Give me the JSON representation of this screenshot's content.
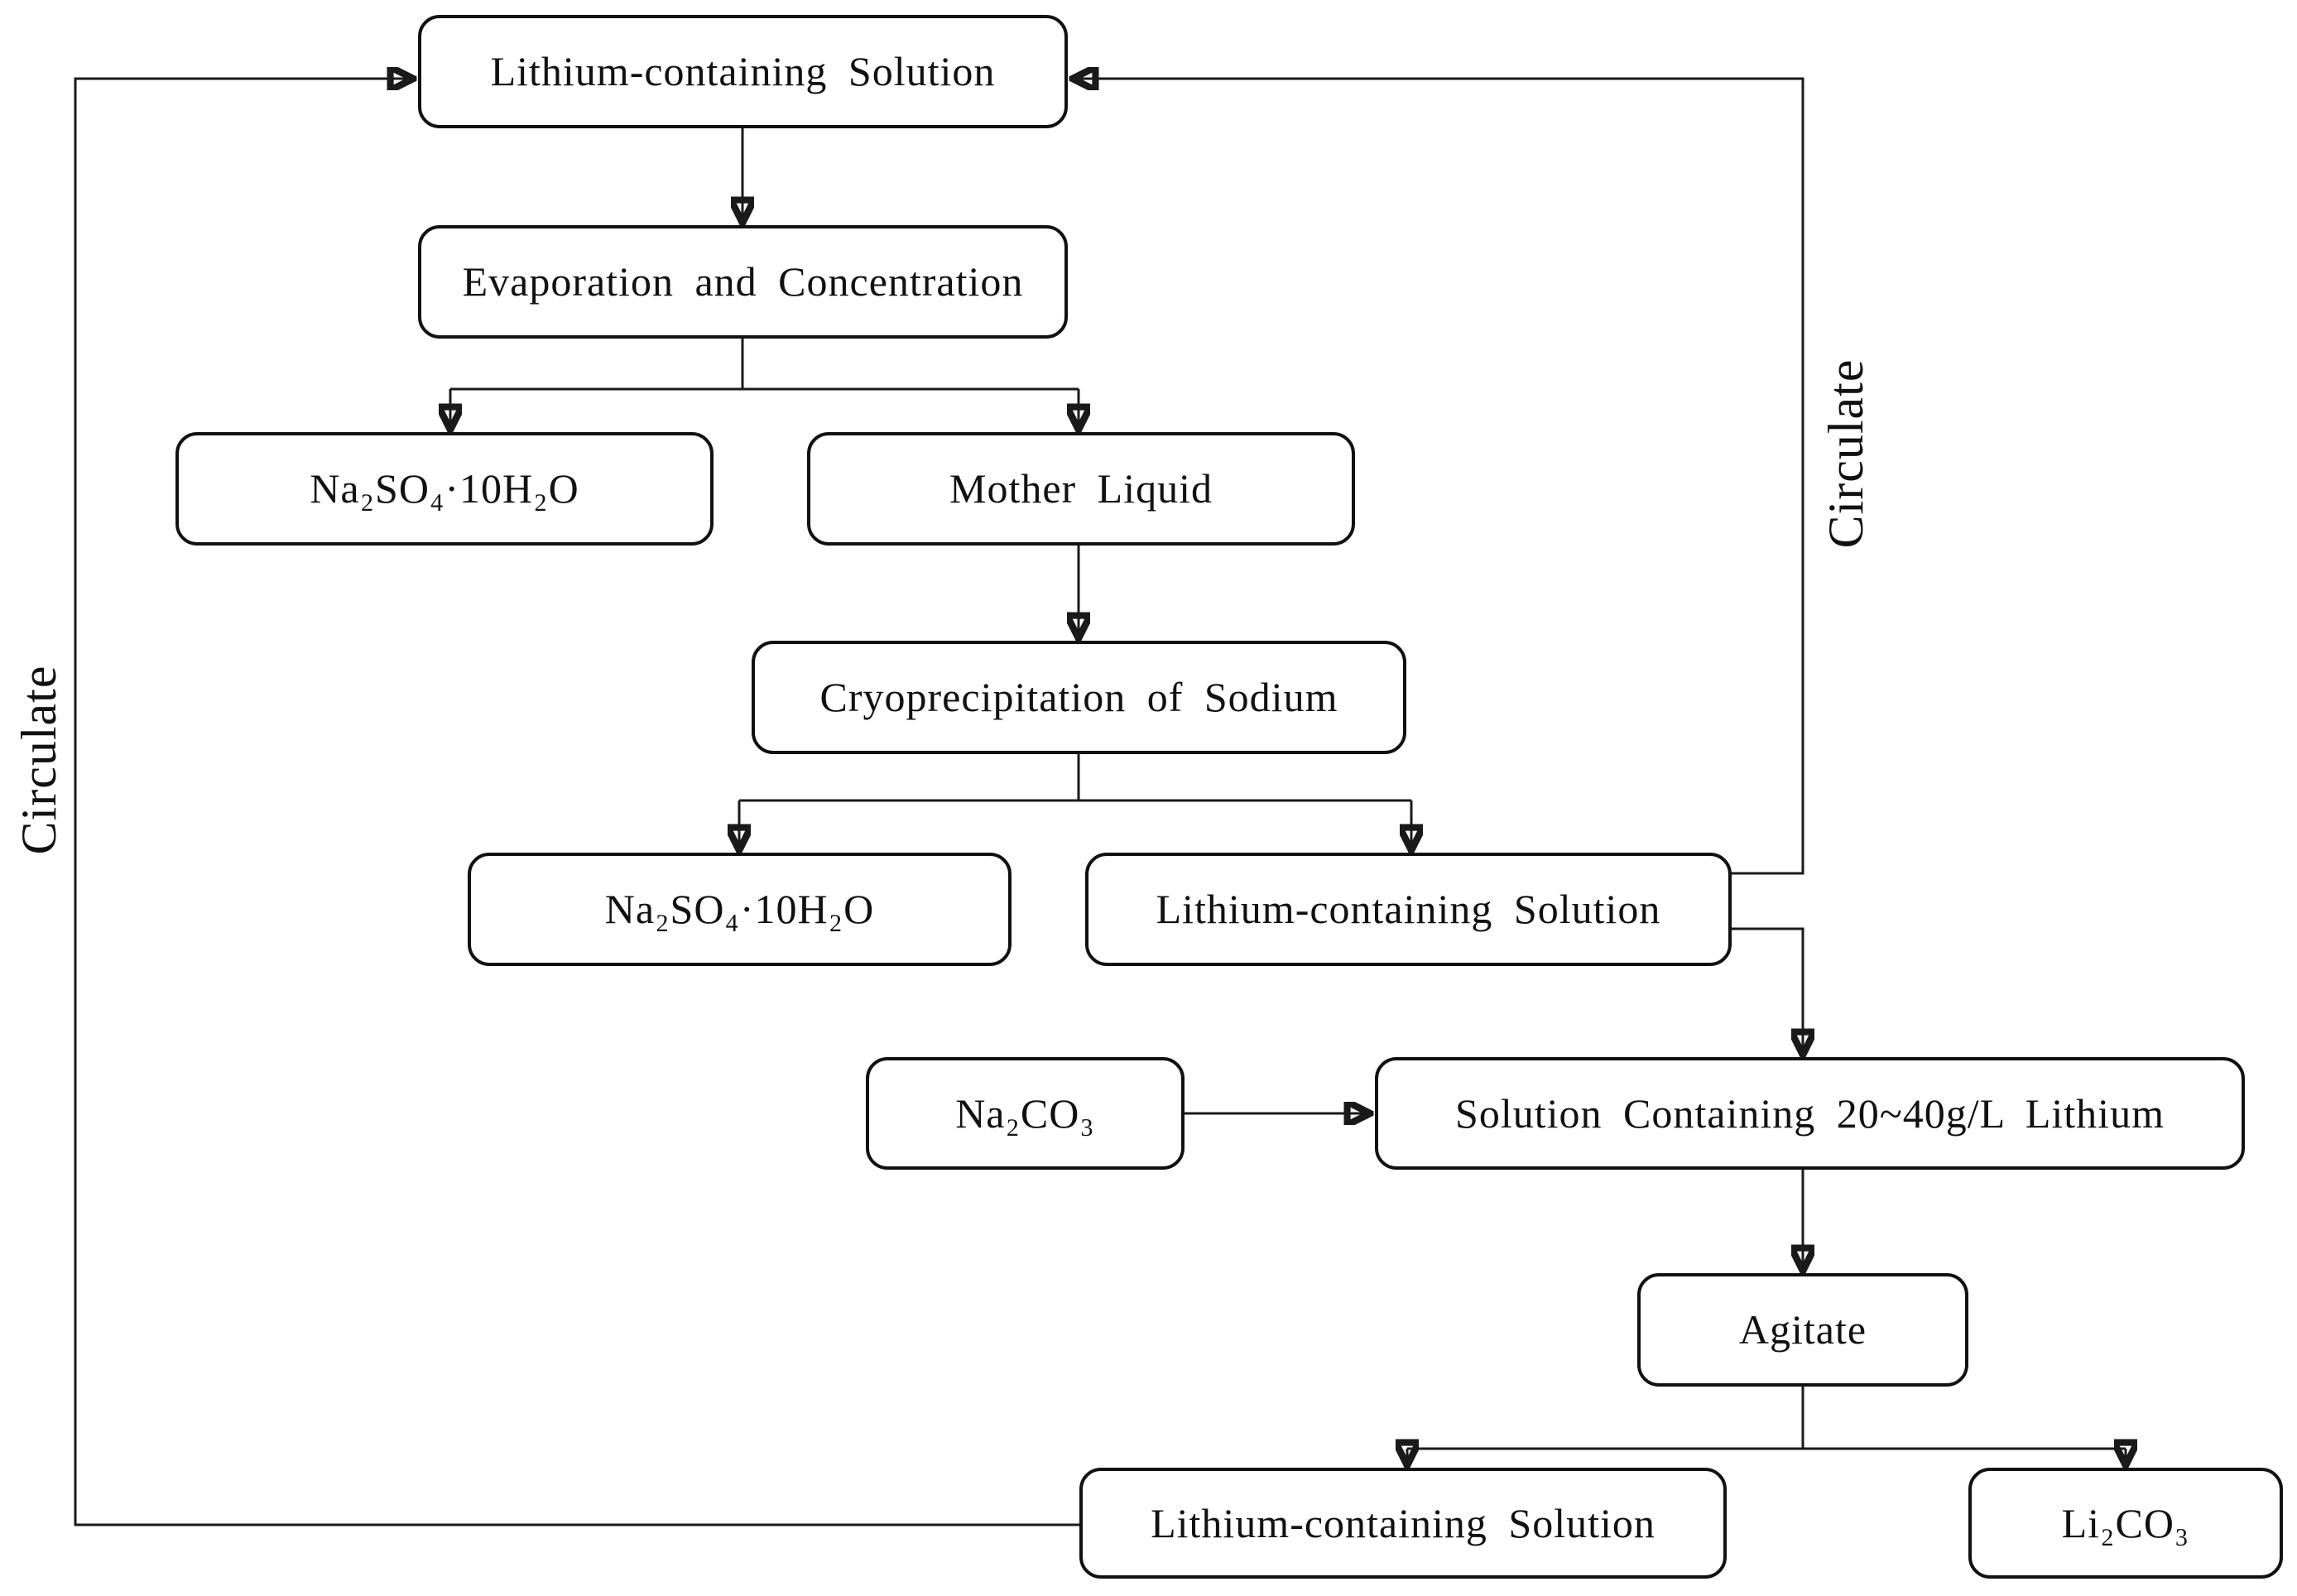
{
  "canvas": {
    "background": "#ffffff",
    "line_color": "#1a1a1a",
    "box_fill": "#ffffff",
    "box_border": "#111111"
  },
  "nodes": {
    "li_solution_top": {
      "label": "Lithium-containing Solution"
    },
    "evaporation": {
      "label": "Evaporation and Concentration"
    },
    "na2so4_top": {
      "label": "Na₂SO₄·10H₂O"
    },
    "mother_liquid": {
      "label": "Mother Liquid"
    },
    "cryoprecipitation": {
      "label": "Cryoprecipitation of Sodium"
    },
    "na2so4_mid": {
      "label": "Na₂SO₄·10H₂O"
    },
    "li_solution_mid": {
      "label": "Lithium-containing Solution"
    },
    "na2co3": {
      "label": "Na₂CO₃"
    },
    "solution_li": {
      "label": "Solution Containing 20~40g/L Lithium"
    },
    "agitate": {
      "label": "Agitate"
    },
    "li_solution_bottom": {
      "label": "Lithium-containing Solution"
    },
    "li2co3": {
      "label": "Li₂CO₃"
    }
  },
  "labels": {
    "circulate_left": "Circulate",
    "circulate_right": "Circulate"
  },
  "edges": [
    {
      "from": "li_solution_top",
      "to": "evaporation"
    },
    {
      "from": "evaporation",
      "to": "na2so4_top"
    },
    {
      "from": "evaporation",
      "to": "mother_liquid"
    },
    {
      "from": "mother_liquid",
      "to": "cryoprecipitation"
    },
    {
      "from": "cryoprecipitation",
      "to": "na2so4_mid"
    },
    {
      "from": "cryoprecipitation",
      "to": "li_solution_mid"
    },
    {
      "from": "li_solution_mid",
      "to": "li_solution_top",
      "label_ref": "circulate_right"
    },
    {
      "from": "li_solution_mid",
      "to": "solution_li"
    },
    {
      "from": "na2co3",
      "to": "solution_li"
    },
    {
      "from": "solution_li",
      "to": "agitate"
    },
    {
      "from": "agitate",
      "to": "li_solution_bottom"
    },
    {
      "from": "agitate",
      "to": "li2co3"
    },
    {
      "from": "li_solution_bottom",
      "to": "li_solution_top",
      "label_ref": "circulate_left"
    }
  ]
}
